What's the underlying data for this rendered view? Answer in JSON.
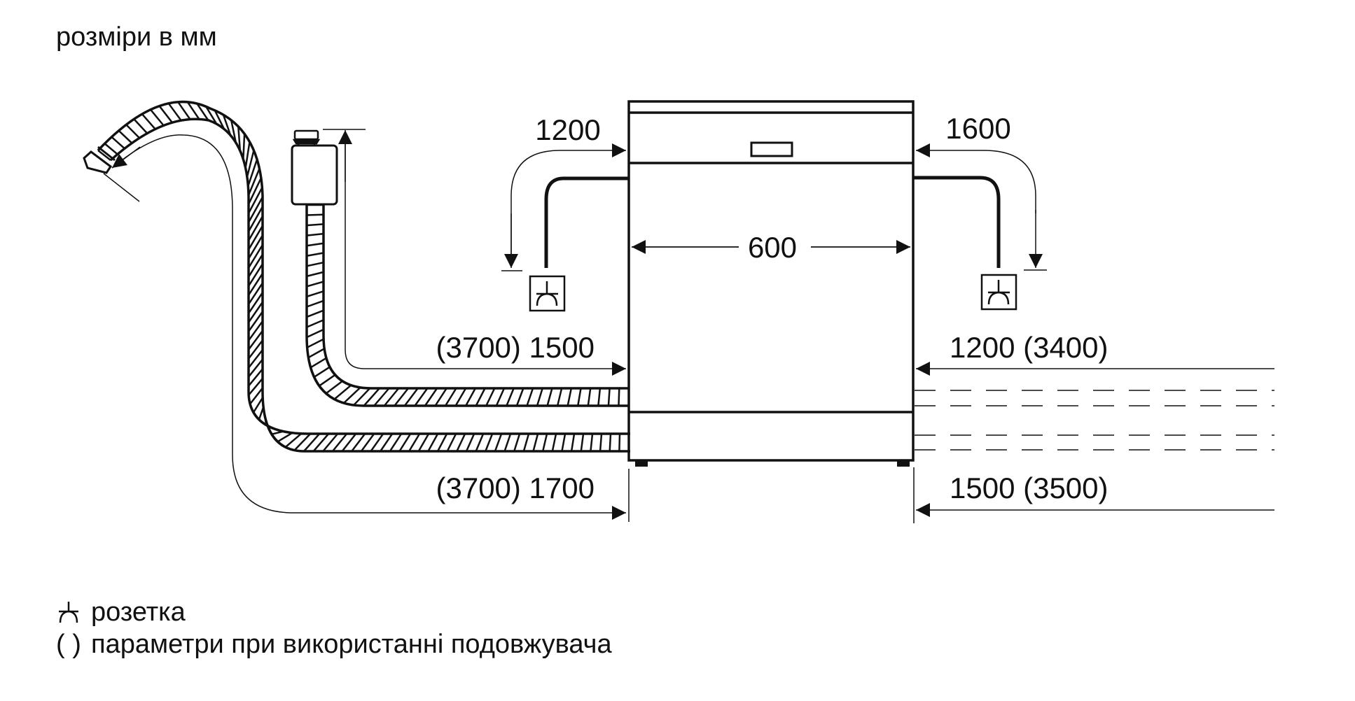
{
  "title": "розміри в мм",
  "appliance": {
    "name": "dishwasher",
    "width_label": "600"
  },
  "dimensions": {
    "left_power_cord": "1200",
    "right_power_cord": "1600",
    "left_inlet_hose": "(3700) 1500",
    "left_drain_hose": "(3700) 1700",
    "right_inlet_hose": "1200 (3400)",
    "right_drain_hose": "1500 (3500)"
  },
  "legend": {
    "socket_symbol": "socket-icon",
    "socket_label": "розетка",
    "parentheses_symbol": "( )",
    "parentheses_label": "параметри при використанні подовжувача"
  },
  "colors": {
    "line": "#111111",
    "background": "#ffffff"
  }
}
